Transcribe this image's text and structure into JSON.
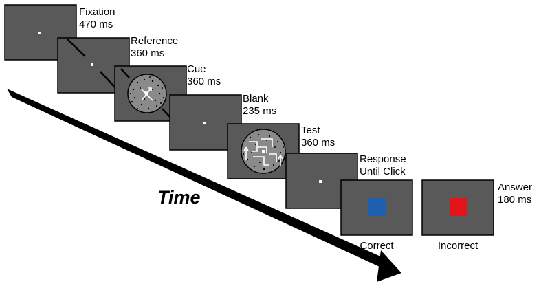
{
  "colors": {
    "screen_fill": "#595959",
    "screen_stroke": "#000000",
    "fixation": "#ffffff",
    "correct_feedback": "#1f5fb0",
    "incorrect_feedback": "#e5141a",
    "arrow": "#000000"
  },
  "time_label": "Time",
  "frames": [
    {
      "id": "fixation",
      "name": "Fixation",
      "duration": "470 ms",
      "content": "fixation-dot"
    },
    {
      "id": "reference",
      "name": "Reference",
      "duration": "360 ms",
      "content": "reference-line"
    },
    {
      "id": "cue",
      "name": "Cue",
      "duration": "360 ms",
      "content": "cue-aperture"
    },
    {
      "id": "blank",
      "name": "Blank",
      "duration": "235 ms",
      "content": "fixation-dot"
    },
    {
      "id": "test",
      "name": "Test",
      "duration": "360 ms",
      "content": "test-aperture"
    },
    {
      "id": "response",
      "name": "Response",
      "duration": "Until Click",
      "content": "fixation-dot"
    }
  ],
  "answer": {
    "name": "Answer",
    "duration": "180 ms",
    "correct_caption": "Correct",
    "incorrect_caption": "Incorrect"
  }
}
